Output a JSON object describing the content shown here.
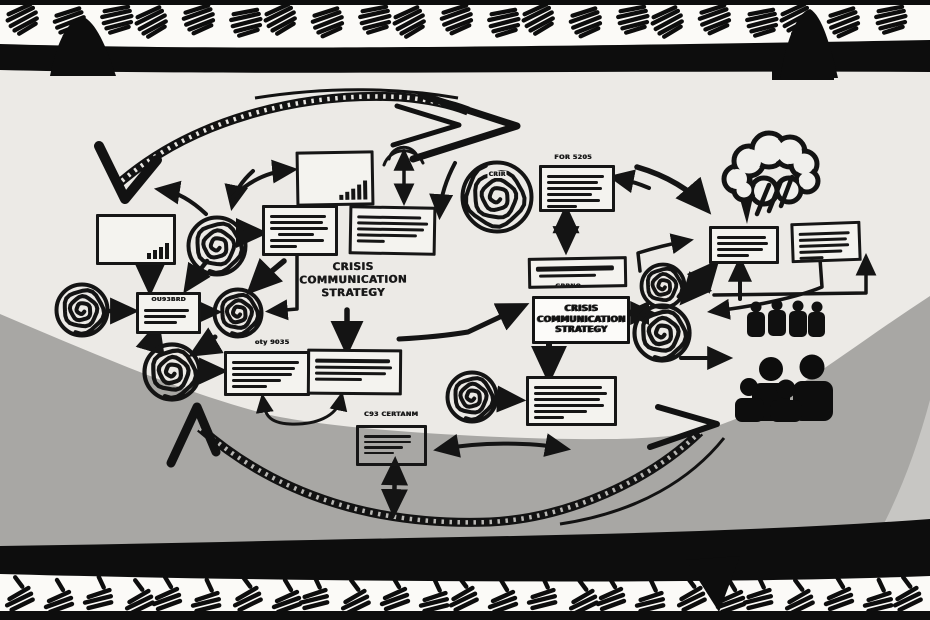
{
  "title": "Crisis Communication Strategy whiteboard sketch",
  "crisis_left": {
    "l1": "CRISIS",
    "l2": "COMMUNICATION",
    "l3": "STRATEGY"
  },
  "crisis_box": {
    "l1": "CRISIS",
    "l2": "COMMUNICATION",
    "l3": "STRATEGY"
  },
  "captions": {
    "spiral_top": "CRIR",
    "report_top": "FOR 5205",
    "outbound": "OU93BRD",
    "media": "oty 9035",
    "banner": "GRBNO",
    "gray_note": "C93 CERTANM"
  },
  "colors": {
    "ink": "#141414",
    "board_light": "#eceae6",
    "swoosh_gray": "#a8a7a4",
    "band_white": "#fbfaf7",
    "box_fill": "#f4f3ef",
    "crisis_box_fill": "#fcfbf9",
    "corner_wedge": "#c7c6c3"
  }
}
